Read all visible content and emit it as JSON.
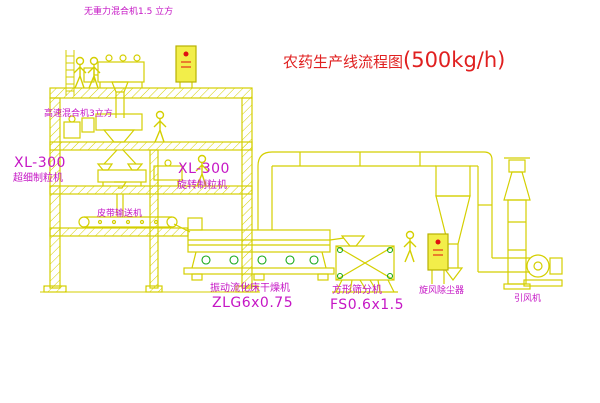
{
  "title": {
    "text": "农药生产线流程图",
    "capacity": "(500kg/h)"
  },
  "equipment_labels": {
    "gravity_mixer": "无重力混合机1.5 立方",
    "high_speed_mixer": "高速混合机3立方",
    "granulator_left_model": "XL-300",
    "granulator_left_name": "超细制粒机",
    "granulator_mid_model": "XL-300",
    "granulator_mid_name": "旋转制粒机",
    "belt_conveyor": "皮带输送机",
    "fluid_bed_dryer": "振动流化床干燥机",
    "fluid_bed_dryer_model": "ZLG6x0.75",
    "square_sieve": "方形筛分机",
    "square_sieve_model": "FS0.6x1.5",
    "cyclone_dust_collector": "旋风除尘器",
    "induced_draft_fan": "引风机"
  },
  "colors": {
    "drawing_line": "#d4cf00",
    "accent_green": "#18a818",
    "label_magenta": "#c516c5",
    "title_red": "#e02020",
    "panel_fill": "#f2ee4a",
    "panel_red": "#e01010",
    "background": "#ffffff"
  }
}
